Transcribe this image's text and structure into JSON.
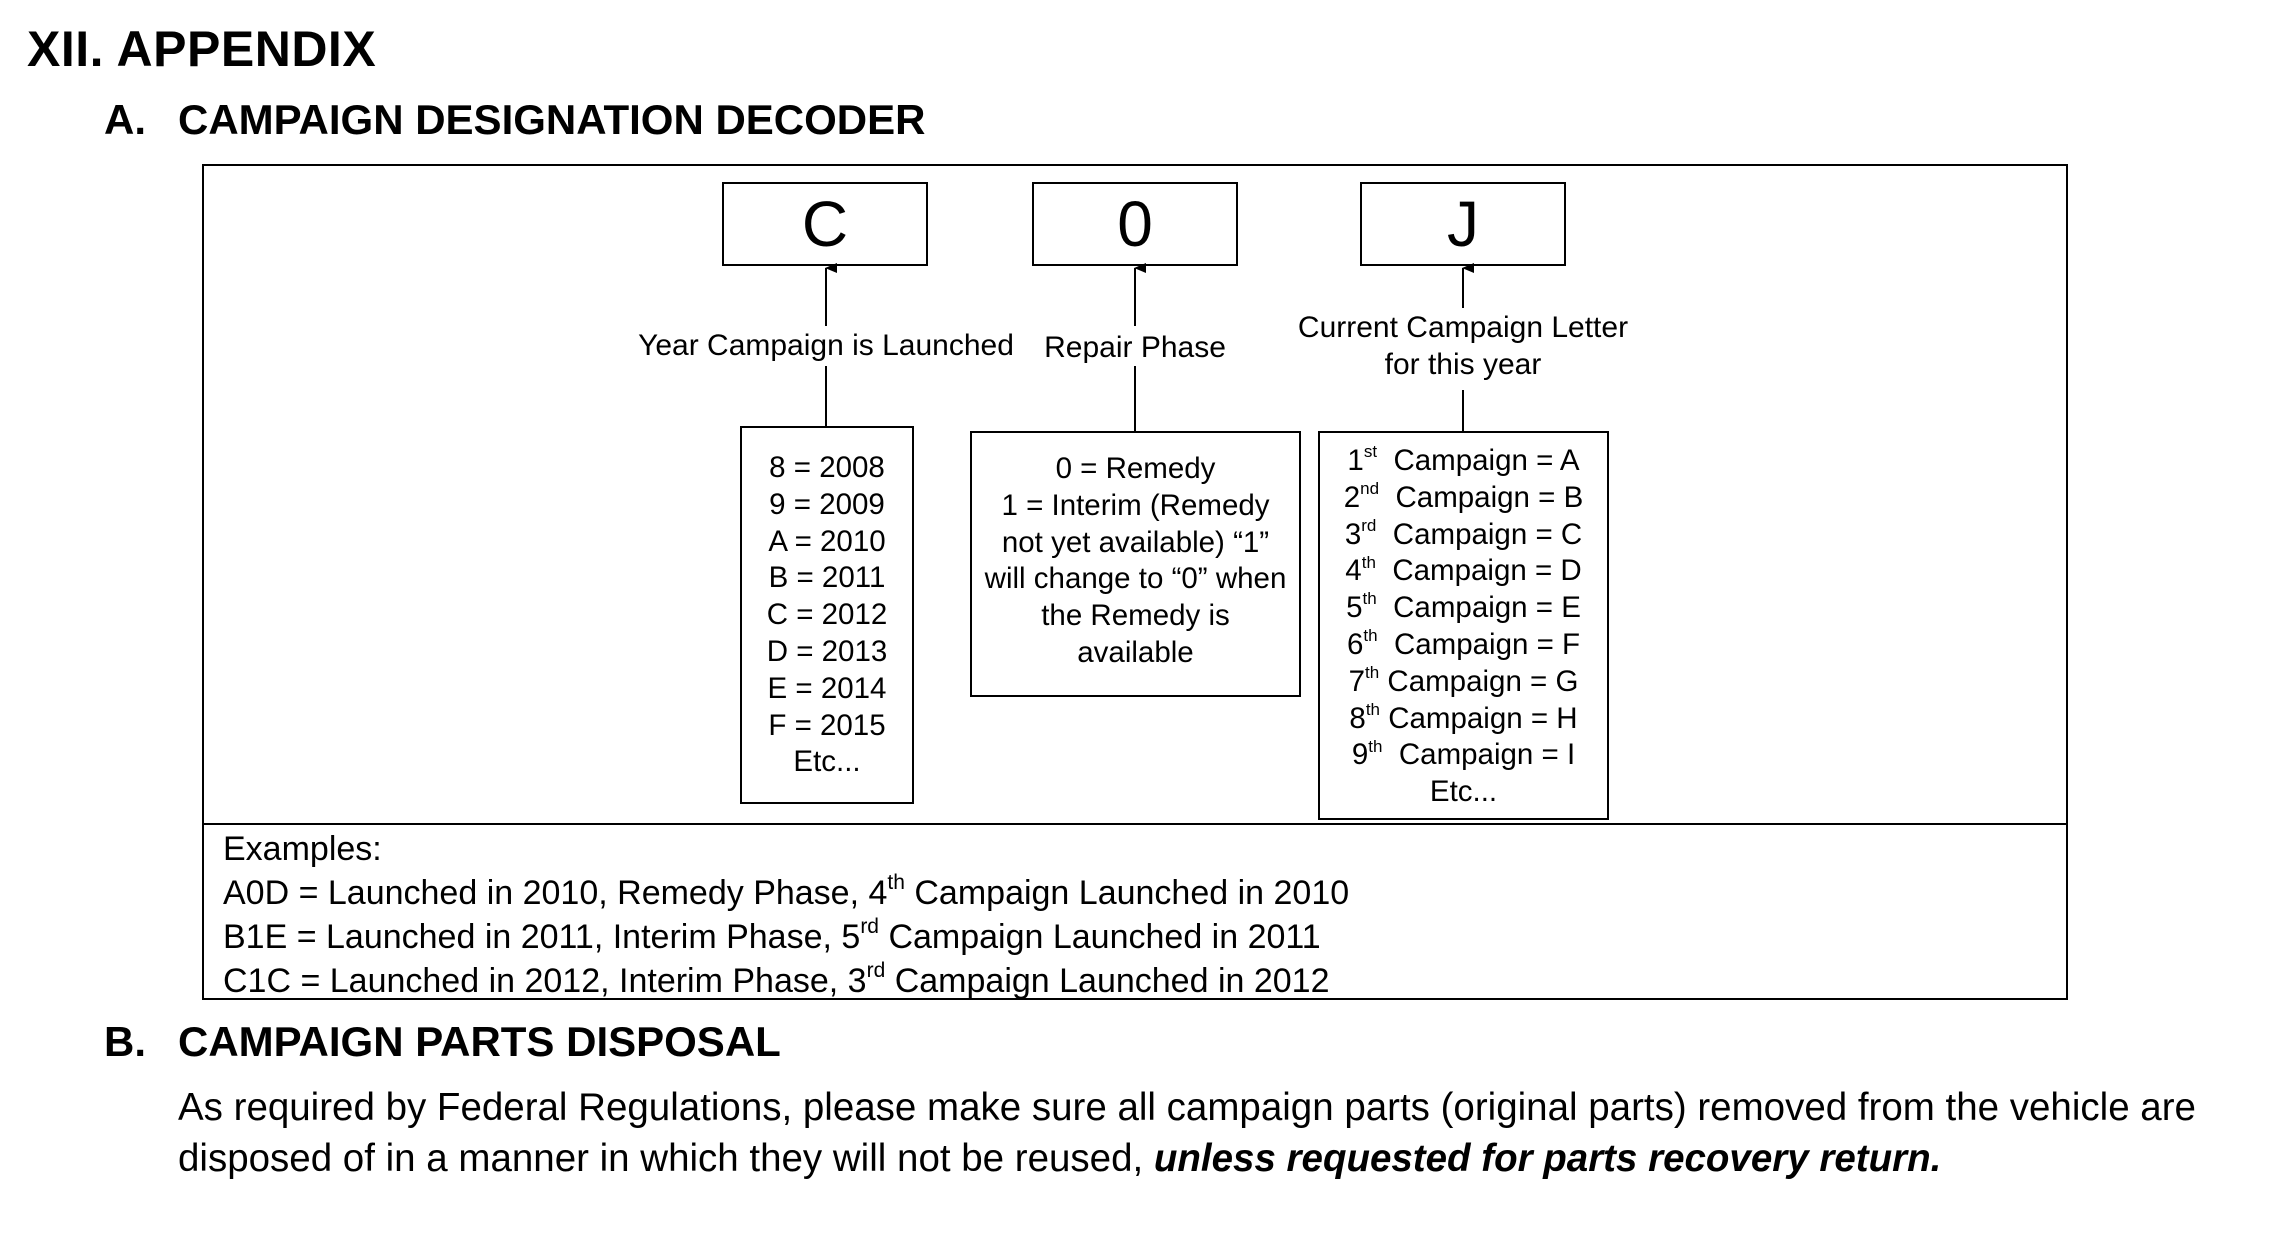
{
  "heading": "XII. APPENDIX",
  "section_a": {
    "letter": "A.",
    "title": "CAMPAIGN DESIGNATION DECODER"
  },
  "decoder": {
    "codes": [
      "C",
      "0",
      "J"
    ],
    "labels": {
      "year": "Year Campaign is Launched",
      "phase": "Repair Phase",
      "letter_line1": "Current Campaign Letter",
      "letter_line2": "for this year"
    },
    "year_list": [
      "8 = 2008",
      "9 = 2009",
      "A = 2010",
      "B = 2011",
      "C = 2012",
      "D = 2013",
      "E = 2014",
      "F = 2015",
      "Etc..."
    ],
    "phase_list": [
      "0 = Remedy",
      "1 = Interim (Remedy",
      "not yet available) “1”",
      "will change to “0” when",
      "the Remedy is",
      "available"
    ],
    "letter_list": [
      {
        "num": "1",
        "sup": "st",
        "text": "Campaign = A"
      },
      {
        "num": "2",
        "sup": "nd",
        "text": "Campaign = B"
      },
      {
        "num": "3",
        "sup": "rd",
        "text": "Campaign = C"
      },
      {
        "num": "4",
        "sup": "th",
        "text": "Campaign = D"
      },
      {
        "num": "5",
        "sup": "th",
        "text": "Campaign = E"
      },
      {
        "num": "6",
        "sup": "th",
        "text": "Campaign = F"
      },
      {
        "num": "7",
        "sup": "th",
        "text": "Campaign = G"
      },
      {
        "num": "8",
        "sup": "th",
        "text": "Campaign = H"
      },
      {
        "num": "9",
        "sup": "th",
        "text": "Campaign = I"
      }
    ],
    "letter_etc": "Etc...",
    "examples_title": "Examples:",
    "examples": [
      {
        "pre": "A0D = Launched in 2010, Remedy Phase, 4",
        "sup": "th",
        "post": " Campaign Launched in 2010"
      },
      {
        "pre": "B1E = Launched in 2011, Interim Phase, 5",
        "sup": "rd",
        "post": " Campaign Launched in 2011"
      },
      {
        "pre": "C1C = Launched in 2012, Interim Phase, 3",
        "sup": "rd",
        "post": " Campaign Launched in 2012"
      }
    ]
  },
  "section_b": {
    "letter": "B.",
    "title": "CAMPAIGN PARTS DISPOSAL"
  },
  "disposal": {
    "text": "As required by Federal Regulations, please make sure all campaign parts (original parts) removed from the vehicle are disposed of in a manner in which they will not be reused, ",
    "emphasis": "unless requested for parts recovery return."
  }
}
